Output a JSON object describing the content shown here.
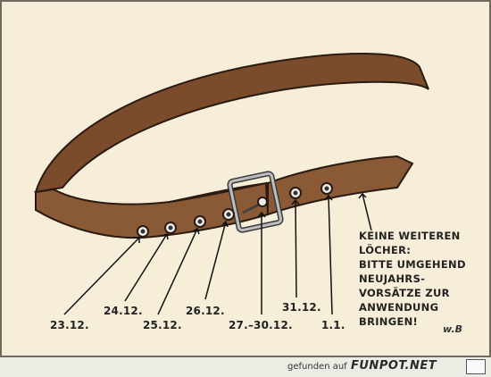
{
  "cartoon": {
    "hole_labels": [
      "23.12.",
      "24.12.",
      "25.12.",
      "26.12.",
      "27.–30.12.",
      "31.12.",
      "1.1."
    ],
    "caption_lines": [
      "Keine weiteren",
      "Löcher:",
      "Bitte umgehend",
      "Neujahrs-",
      "Vorsätze zur",
      "Anwendung",
      "bringen!"
    ],
    "signature": "w.B"
  },
  "footer": {
    "text": "gefunden auf",
    "logo": "FUNPOT.NET"
  },
  "colors": {
    "paper": "#f7eeda",
    "belt": "#8a5a36",
    "belt_dark": "#5e3a20",
    "ink": "#222222"
  }
}
